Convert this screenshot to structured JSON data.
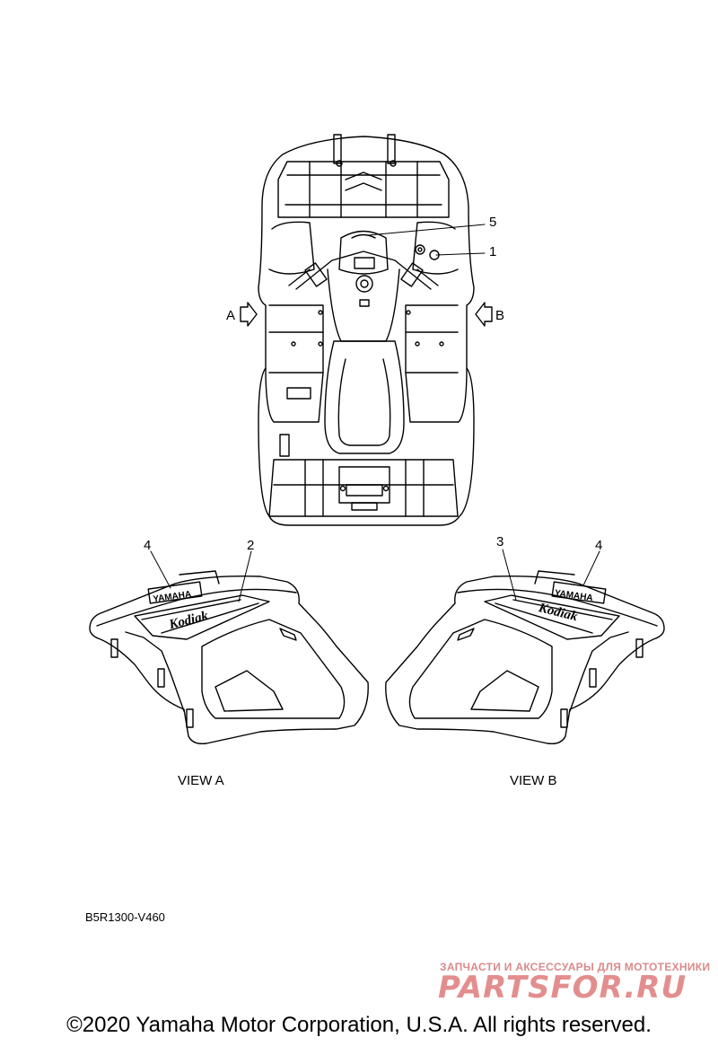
{
  "callouts": {
    "c1": "1",
    "c2": "2",
    "c3": "3",
    "c4a": "4",
    "c4b": "4",
    "c5": "5"
  },
  "view_arrows": {
    "a": "A",
    "b": "B"
  },
  "views": {
    "a": "VIEW A",
    "b": "VIEW B"
  },
  "decal_text": {
    "brand": "YAMAHA",
    "model": "Kodiak"
  },
  "diagram_code": "B5R1300-V460",
  "watermark": {
    "tagline": "ЗАПЧАСТИ И АКСЕССУАРЫ ДЛЯ МОТОТЕХНИКИ",
    "logo": "PARTSFOR.RU"
  },
  "copyright": "©2020 Yamaha Motor Corporation, U.S.A. All rights reserved."
}
